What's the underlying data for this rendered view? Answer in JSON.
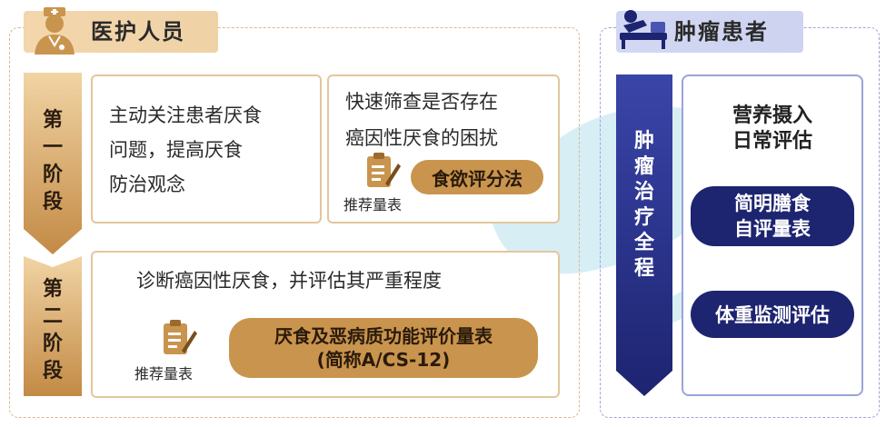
{
  "staff": {
    "title": "医护人员",
    "stage1": {
      "chars": [
        "第",
        "一",
        "阶",
        "段"
      ]
    },
    "stage2": {
      "chars": [
        "第",
        "二",
        "阶",
        "段"
      ]
    },
    "stage1_box_left": {
      "lines": [
        "主动关注患者厌食",
        "问题，提高厌食",
        "防治观念"
      ]
    },
    "stage1_box_right": {
      "lines": [
        "快速筛查是否存在",
        "癌因性厌食的困扰"
      ],
      "pill": "食欲评分法",
      "rec_label": "推荐量表"
    },
    "stage2_box": {
      "text": "诊断癌因性厌食，并评估其严重程度",
      "pill_lines": [
        "厌食及恶病质功能评价量表",
        "(简称A/CS-12)"
      ],
      "rec_label": "推荐量表"
    }
  },
  "patient": {
    "title": "肿瘤患者",
    "vertical_chars": [
      "肿",
      "瘤",
      "治",
      "疗",
      "全",
      "程"
    ],
    "box_title": [
      "营养摄入",
      "日常评估"
    ],
    "pill1_lines": [
      "简明膳食",
      "自评量表"
    ],
    "pill2": "体重监测评估"
  },
  "colors": {
    "gold": "#c9944d",
    "navy": "#1d2470",
    "staff_header": "#f3d6ac",
    "patient_header": "#d2d8f3"
  },
  "icons": [
    "doctor-icon",
    "patient-icon",
    "clipboard-pen-icon"
  ]
}
